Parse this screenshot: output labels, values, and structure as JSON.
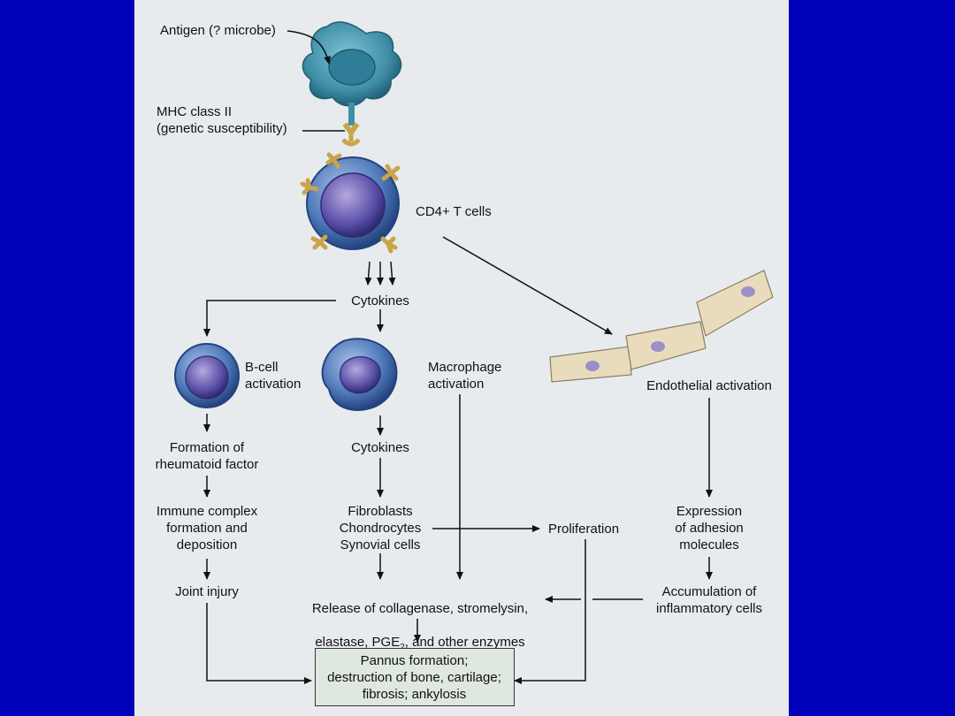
{
  "labels": {
    "antigen": "Antigen (? microbe)",
    "mhc": "MHC class II\n(genetic susceptibility)",
    "cd4": "CD4+ T cells",
    "cytokines_top": "Cytokines",
    "bcell": "B-cell\nactivation",
    "macrophage": "Macrophage\nactivation",
    "endothelial": "Endothelial activation",
    "rheumatoid": "Formation of\nrheumatoid factor",
    "cytokines_mid": "Cytokines",
    "immune_complex": "Immune complex\nformation and\ndeposition",
    "fibroblasts": "Fibroblasts\nChondrocytes\nSynovial cells",
    "proliferation": "Proliferation",
    "adhesion": "Expression\nof adhesion\nmolecules",
    "joint_injury": "Joint injury",
    "release_line1": "Release of collagenase, stromelysin,",
    "release_line2_pre": "elastase, PGE",
    "release_line2_sub": "2",
    "release_line2_post": ", and other enzymes",
    "accumulation": "Accumulation of\ninflammatory cells",
    "pannus": "Pannus formation;\ndestruction of bone, cartilage;\nfibrosis; ankylosis"
  },
  "colors": {
    "background": "#0000bb",
    "panel": "#e8ebee",
    "cell_blue": "#3f6fae",
    "antigen_teal": "#3f8fa6",
    "receptor_gold": "#c9a44a",
    "endothelium": "#e8dcbc",
    "box_fill": "#dfe8e0"
  }
}
